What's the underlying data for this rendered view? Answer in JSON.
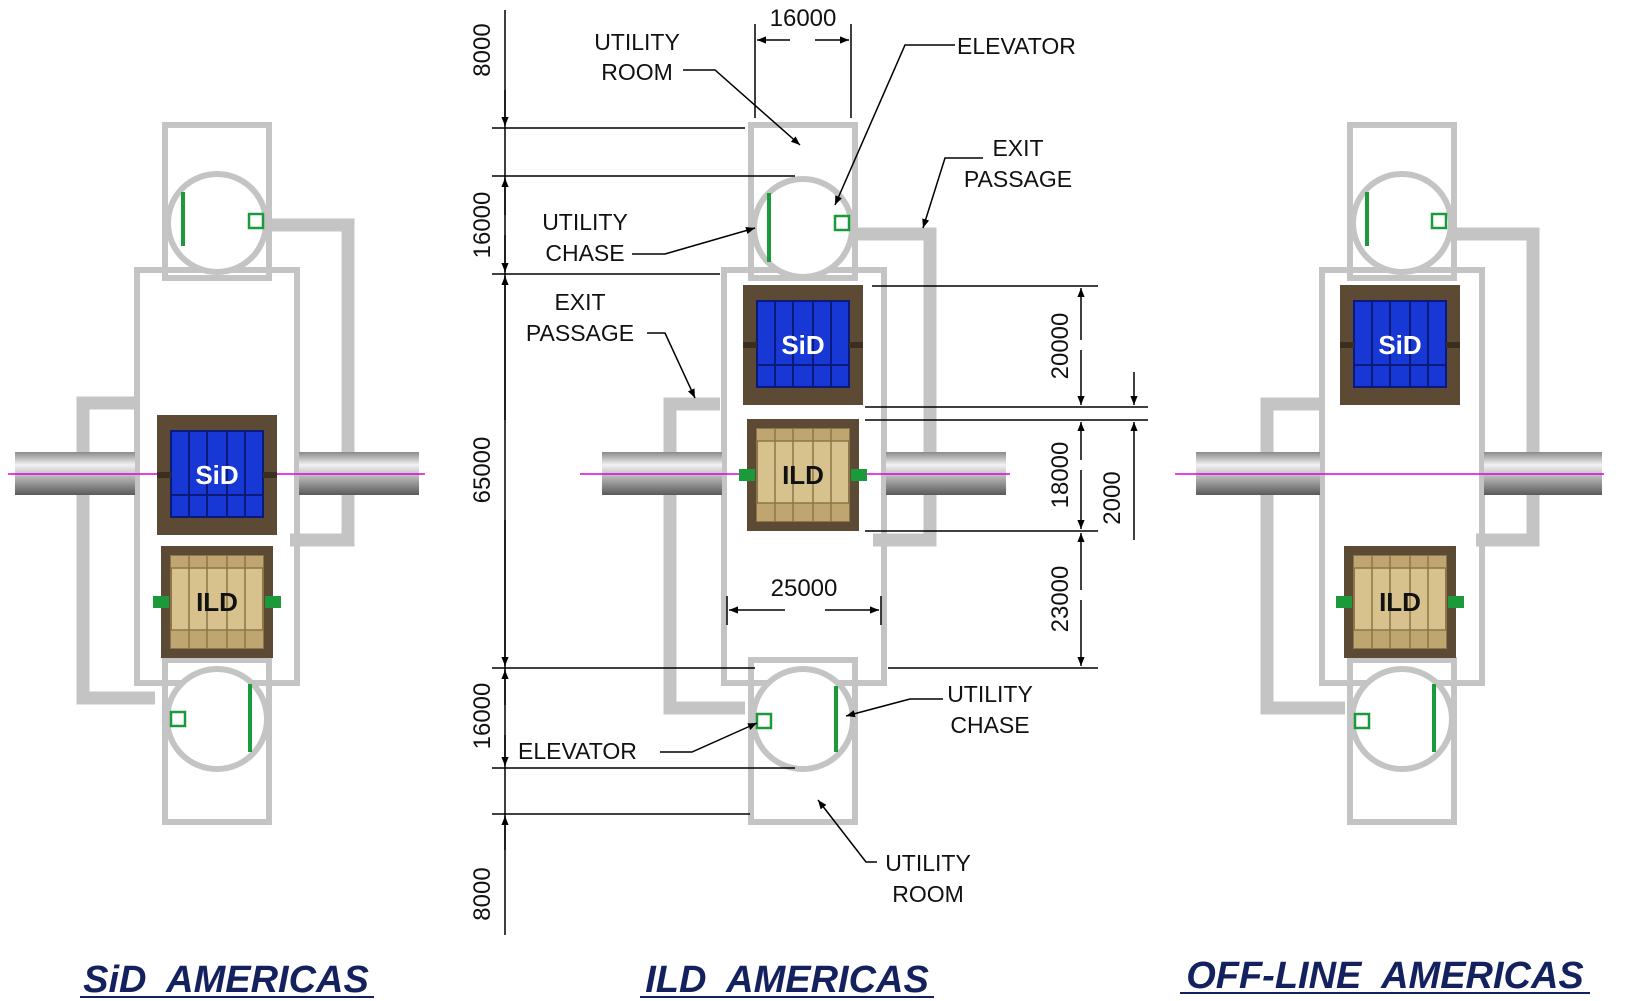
{
  "captions": {
    "left": "SiD  AMERICAS",
    "center": "ILD  AMERICAS",
    "right": "OFF-LINE  AMERICAS"
  },
  "detectors": {
    "sid": "SiD",
    "ild": "ILD"
  },
  "labels": {
    "utility_room_top_1": "UTILITY",
    "utility_room_top_2": "ROOM",
    "elevator_top": "ELEVATOR",
    "exit_passage_right_1": "EXIT",
    "exit_passage_right_2": "PASSAGE",
    "utility_chase_top_1": "UTILITY",
    "utility_chase_top_2": "CHASE",
    "exit_passage_left_1": "EXIT",
    "exit_passage_left_2": "PASSAGE",
    "utility_chase_bottom_1": "UTILITY",
    "utility_chase_bottom_2": "CHASE",
    "elevator_bottom": "ELEVATOR",
    "utility_room_bottom_1": "UTILITY",
    "utility_room_bottom_2": "ROOM"
  },
  "dimensions": {
    "width_top": "16000",
    "top_room": "8000",
    "top_shaft": "16000",
    "hall_length": "65000",
    "bottom_shaft": "16000",
    "bottom_room": "8000",
    "sid_depth": "20000",
    "gap": "2000",
    "ild_depth": "18000",
    "remaining": "23000",
    "hall_width": "25000"
  },
  "colors": {
    "wall": "#c4c4c4",
    "pit": "#5c4a35",
    "sid_blue": "#1838d6",
    "ild_tan": "#d7c28e",
    "chase_green": "#1a9a3a",
    "beam_line": "#e000e0",
    "caption": "#14215f"
  }
}
